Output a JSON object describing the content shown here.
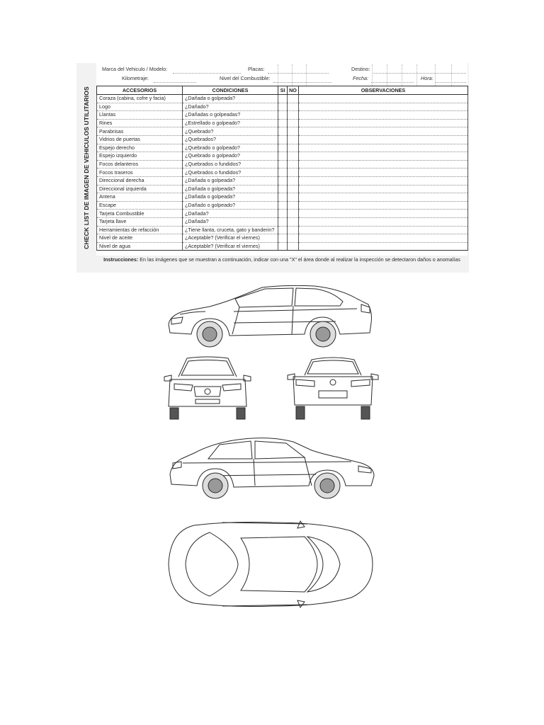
{
  "form": {
    "side_title": "CHECK LIST DE IMAGEN DE VEHICULOS UTILITARIOS",
    "header": {
      "marca_label": "Marca del Vehiculo / Modelo:",
      "placas_label": "Placas:",
      "destino_label": "Destino:",
      "kilometraje_label": "Kilometraje:",
      "combustible_label": "Nivel del Combustible:",
      "fecha_label": "Fecha:",
      "hora_label": "Hora:"
    },
    "columns": {
      "accesorios": "ACCESORIOS",
      "condiciones": "CONDICIONES",
      "si": "SI",
      "no": "NO",
      "observaciones": "OBSERVACIONES"
    },
    "rows": [
      {
        "accesorio": "Coraza (cabina, cofre y facia)",
        "condicion": "¿Dañada o golpeada?"
      },
      {
        "accesorio": "Logo",
        "condicion": "¿Dañado?"
      },
      {
        "accesorio": "Llantas",
        "condicion": "¿Dañadas o golpeadas?"
      },
      {
        "accesorio": "Rines",
        "condicion": "¿Estrellado o golpeado?"
      },
      {
        "accesorio": "Parabrisas",
        "condicion": "¿Quebrado?"
      },
      {
        "accesorio": "Vidrios de puertas",
        "condicion": "¿Quebrados?"
      },
      {
        "accesorio": "Espejo derecho",
        "condicion": "¿Quebrado o golpeado?"
      },
      {
        "accesorio": "Espejo izquierdo",
        "condicion": "¿Quebrado o golpeado?"
      },
      {
        "accesorio": "Focos delanteros",
        "condicion": "¿Quebrados o fundidos?"
      },
      {
        "accesorio": "Focos traseros",
        "condicion": "¿Quebrados o fundidos?"
      },
      {
        "accesorio": "Direccional derecha",
        "condicion": "¿Dañada o golpeada?"
      },
      {
        "accesorio": "Direccional izquierda",
        "condicion": "¿Dañada o golpeada?"
      },
      {
        "accesorio": "Antena",
        "condicion": "¿Dañada o golpeada?"
      },
      {
        "accesorio": "Escape",
        "condicion": "¿Dañado o golpeado?"
      },
      {
        "accesorio": "Tarjeta Combustible",
        "condicion": "¿Dañada?"
      },
      {
        "accesorio": "Tarjeta llave",
        "condicion": "¿Dañada?"
      },
      {
        "accesorio": "Herramientas de refacción",
        "condicion": "¿Tiene llanta, cruceta, gato y banderin?"
      },
      {
        "accesorio": "Nivel de aceite",
        "condicion": "¿Aceptable? (Verificar el viernes)"
      },
      {
        "accesorio": "Nivel de agua",
        "condicion": "¿Aceptable? (Verificar el viernes)"
      }
    ],
    "instructions_label": "Instrucciones:",
    "instructions_text": " En las imágenes que se muestran a continuación, indicar con una \"X\" el área donde al realizar la inspección se detectaron daños o anomalías"
  }
}
